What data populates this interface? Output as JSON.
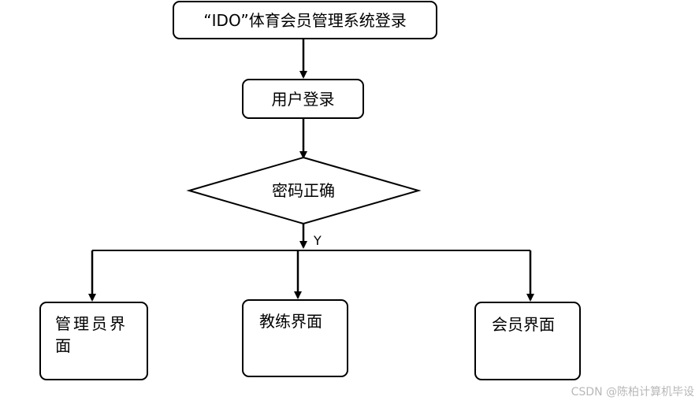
{
  "nodes": {
    "start": {
      "label": "“IDO”体育会员管理系统登录"
    },
    "login": {
      "label": "用户登录"
    },
    "decision": {
      "label": "密码正确"
    },
    "admin": {
      "label": "管理员界面"
    },
    "coach": {
      "label": "教练界面"
    },
    "member": {
      "label": "会员界面"
    }
  },
  "edges": {
    "yes_label": "Y"
  },
  "watermark": "CSDN @陈柏计算机毕设"
}
